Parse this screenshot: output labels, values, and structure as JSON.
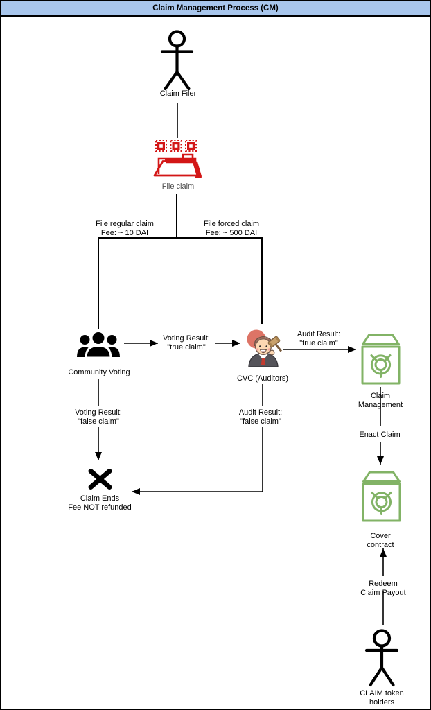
{
  "header": {
    "title": "Claim Management Process (CM)",
    "bg": "#a8c6ec"
  },
  "colors": {
    "line": "#000000",
    "red": "#d31616",
    "green": "#82b366"
  },
  "nodes": {
    "claim_filer": {
      "label": "Claim Filer",
      "icon": "actor-stick-figure"
    },
    "file_claim": {
      "label": "File claim",
      "icon": "red-folder-with-chips"
    },
    "community_voting": {
      "label": "Community Voting",
      "icon": "people-group"
    },
    "cvc": {
      "label": "CVC (Auditors)",
      "icon": "auditor-judge-with-gavel"
    },
    "claim_management": {
      "label": "Claim Management",
      "icon": "green-contract-box"
    },
    "cover_contract": {
      "label": "Cover contract",
      "icon": "green-contract-box"
    },
    "claim_ends": {
      "label": "Claim Ends\nFee NOT refunded",
      "icon": "x-mark"
    },
    "claim_token_holders": {
      "label": "CLAIM token holders",
      "icon": "actor-stick-figure"
    }
  },
  "edges": {
    "file_regular": {
      "label": "File regular claim\nFee: ~ 10 DAI"
    },
    "file_forced": {
      "label": "File forced claim\nFee: ~ 500 DAI"
    },
    "voting_true": {
      "label": "Voting Result:\n\"true claim\""
    },
    "voting_false": {
      "label": "Voting Result:\n\"false claim\""
    },
    "audit_true": {
      "label": "Audit Result:\n\"true claim\""
    },
    "audit_false": {
      "label": "Audit Result:\n\"false claim\""
    },
    "enact_claim": {
      "label": "Enact Claim"
    },
    "redeem_claim_payout": {
      "label": "Redeem Claim Payout"
    }
  }
}
